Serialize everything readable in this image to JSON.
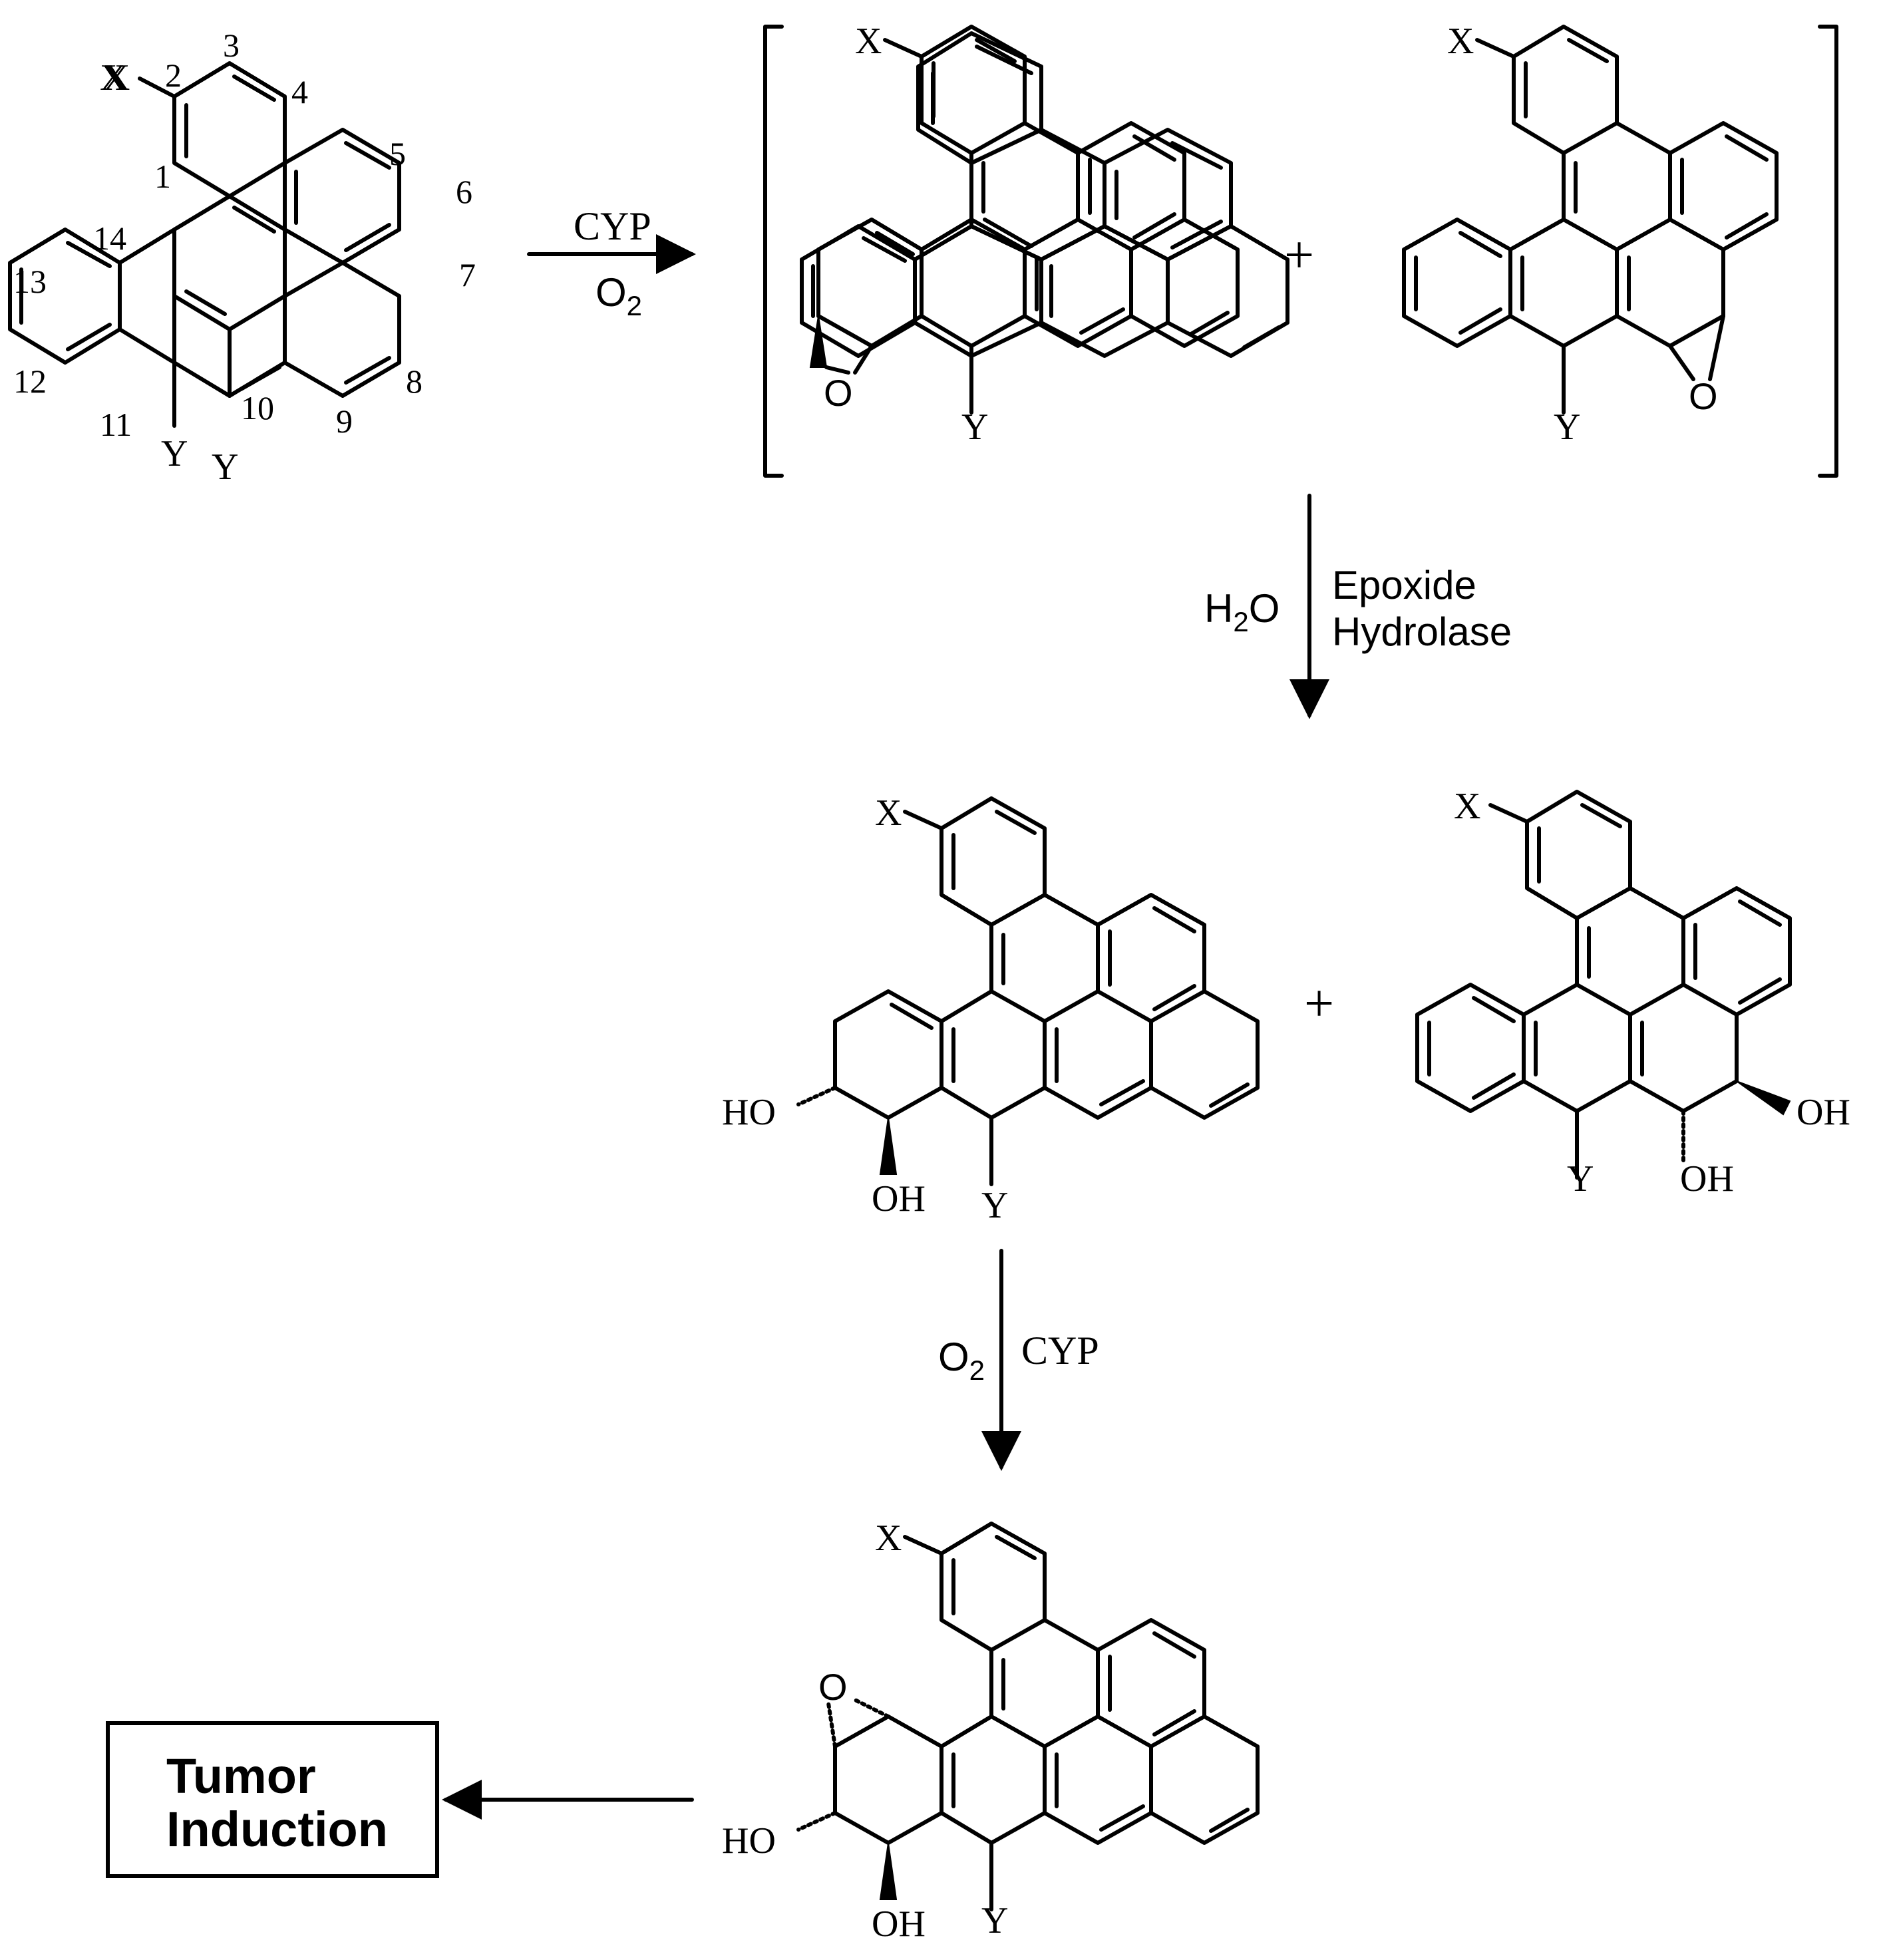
{
  "start": {
    "substituents": {
      "x": "X",
      "y": "Y"
    },
    "numbering": [
      "1",
      "2",
      "3",
      "4",
      "5",
      "6",
      "7",
      "8",
      "9",
      "10",
      "11",
      "12",
      "13",
      "14"
    ]
  },
  "step1": {
    "enzyme": "CYP",
    "cosubstrate": "O",
    "cosubstrate_sub": "2"
  },
  "epoxides": {
    "left": {
      "x": "X",
      "y": "Y",
      "oxygen": "O"
    },
    "right": {
      "x": "X",
      "y": "Y",
      "oxygen": "O"
    },
    "plus": "+"
  },
  "step2": {
    "water": "H",
    "water_sub": "2",
    "water_o": "O",
    "enzyme_line1": "Epoxide",
    "enzyme_line2": "Hydrolase"
  },
  "diols": {
    "left": {
      "x": "X",
      "y": "Y",
      "ho": "HO",
      "oh": "OH"
    },
    "right": {
      "x": "X",
      "y": "Y",
      "oh1": "OH",
      "oh2": "OH"
    },
    "plus": "+"
  },
  "step3": {
    "cosubstrate": "O",
    "cosubstrate_sub": "2",
    "enzyme": "CYP"
  },
  "diol_epoxide": {
    "x": "X",
    "y": "Y",
    "oxygen": "O",
    "ho": "HO",
    "oh": "OH"
  },
  "outcome": {
    "line1": "Tumor",
    "line2": "Induction"
  }
}
